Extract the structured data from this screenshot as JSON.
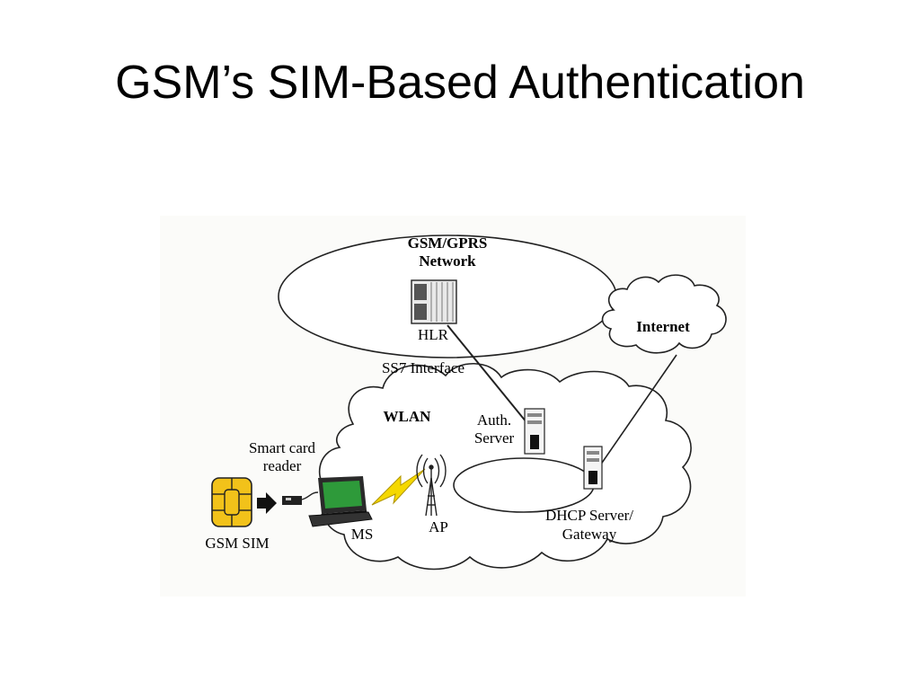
{
  "slide": {
    "title": "GSM’s SIM-Based Authentication"
  },
  "diagram": {
    "gsm_network_line1": "GSM/GPRS",
    "gsm_network_line2": "Network",
    "hlr": "HLR",
    "ss7": "SS7 Interface",
    "internet": "Internet",
    "wlan": "WLAN",
    "auth_line1": "Auth.",
    "auth_line2": "Server",
    "smartcard_line1": "Smart card",
    "smartcard_line2": "reader",
    "dhcp_line1": "DHCP Server/",
    "dhcp_line2": "Gateway",
    "gsm_sim": "GSM SIM",
    "ms": "MS",
    "ap": "AP"
  },
  "colors": {
    "sim_chip": "#f2c21a",
    "laptop_screen": "#2e9a3a",
    "lightning": "#f5d800",
    "figure_bg": "#fbfbf9"
  }
}
